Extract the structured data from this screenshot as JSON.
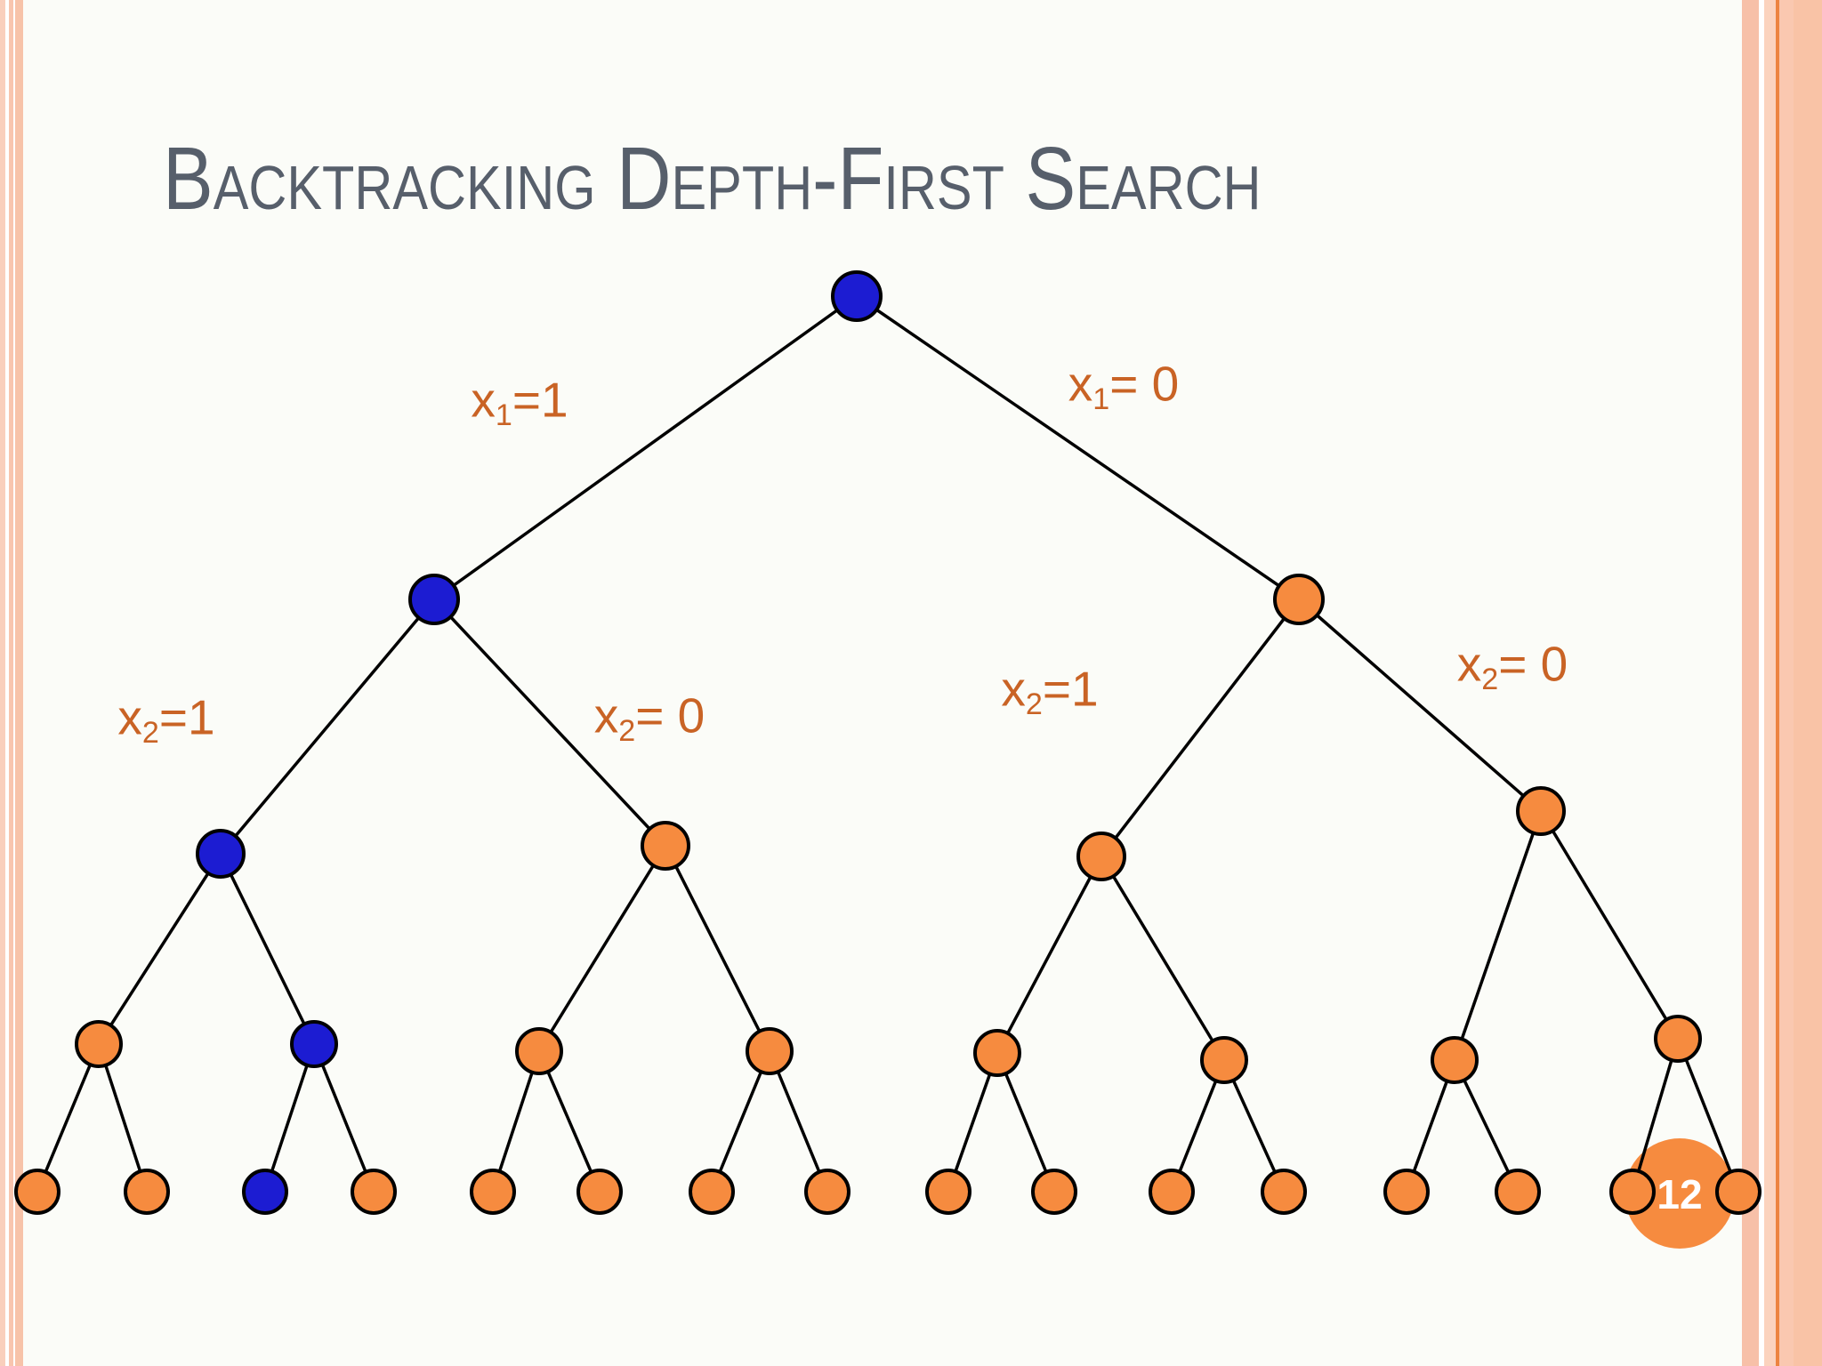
{
  "slide": {
    "title": "Backtracking Depth-First Search",
    "page_number": "12"
  },
  "colors": {
    "background": "#FBFCF8",
    "title_text": "#575F6B",
    "node_blue": "#1C1CD2",
    "node_orange": "#F68B3F",
    "edge_line": "#000000",
    "edge_label_text": "#C96325",
    "badge_fill": "#F68B3F",
    "badge_text": "#FFFFFF",
    "border_salmon_light": "#F9CFBC",
    "border_salmon_mid": "#F8C5AE",
    "border_accent_orange": "#ED8440"
  },
  "tree": {
    "levels": 5,
    "leaf_count": 16,
    "blue_nodes": [
      "root",
      "level1-left",
      "level2-node-1",
      "level3-node-2",
      "leaf-3"
    ],
    "edge_labels": [
      {
        "base": "x",
        "sub": "1",
        "rest": "=1"
      },
      {
        "base": "x",
        "sub": "1",
        "rest": "= 0"
      },
      {
        "base": "x",
        "sub": "2",
        "rest": "=1"
      },
      {
        "base": "x",
        "sub": "2",
        "rest": "= 0"
      },
      {
        "base": "x",
        "sub": "2",
        "rest": "=1"
      },
      {
        "base": "x",
        "sub": "2",
        "rest": "= 0"
      }
    ]
  }
}
